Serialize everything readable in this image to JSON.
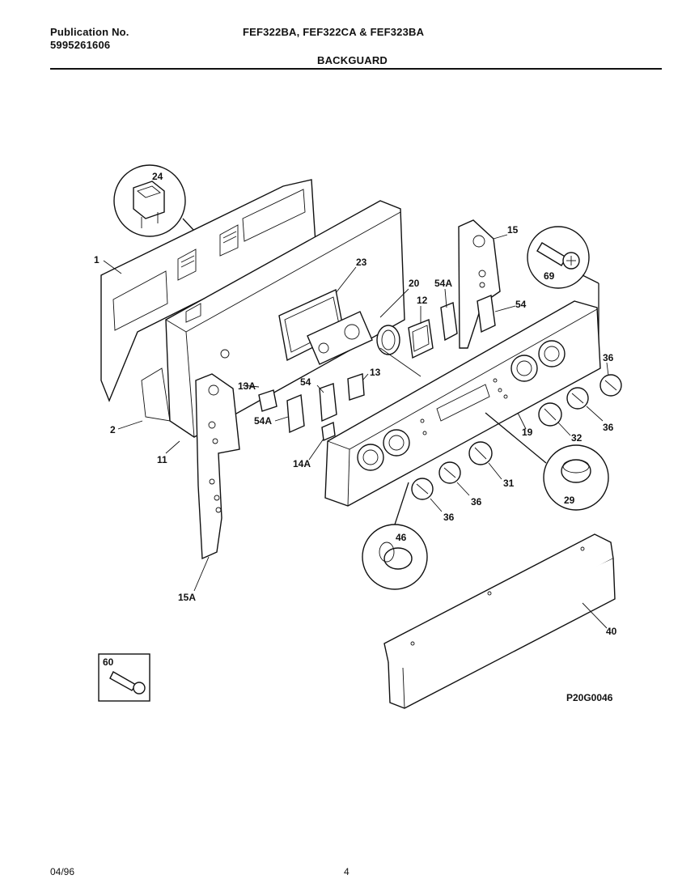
{
  "header": {
    "publication_label": "Publication No.",
    "publication_number": "5995261606",
    "models": "FEF322BA, FEF322CA & FEF323BA",
    "section": "BACKGUARD"
  },
  "diagram": {
    "drawing_code": "P20G0046",
    "callouts": [
      {
        "id": "c24",
        "text": "24"
      },
      {
        "id": "c1",
        "text": "1"
      },
      {
        "id": "c23",
        "text": "23"
      },
      {
        "id": "c20",
        "text": "20"
      },
      {
        "id": "c54A_top",
        "text": "54A"
      },
      {
        "id": "c12",
        "text": "12"
      },
      {
        "id": "c15",
        "text": "15"
      },
      {
        "id": "c69",
        "text": "69"
      },
      {
        "id": "c54_top",
        "text": "54"
      },
      {
        "id": "c36_a",
        "text": "36"
      },
      {
        "id": "c13A",
        "text": "13A"
      },
      {
        "id": "c54_mid",
        "text": "54"
      },
      {
        "id": "c13",
        "text": "13"
      },
      {
        "id": "c54A_mid",
        "text": "54A"
      },
      {
        "id": "c14A",
        "text": "14A"
      },
      {
        "id": "c2",
        "text": "2"
      },
      {
        "id": "c11",
        "text": "11"
      },
      {
        "id": "c19",
        "text": "19"
      },
      {
        "id": "c36_b",
        "text": "36"
      },
      {
        "id": "c32",
        "text": "32"
      },
      {
        "id": "c31",
        "text": "31"
      },
      {
        "id": "c36_c",
        "text": "36"
      },
      {
        "id": "c36_d",
        "text": "36"
      },
      {
        "id": "c29",
        "text": "29"
      },
      {
        "id": "c46",
        "text": "46"
      },
      {
        "id": "c15A",
        "text": "15A"
      },
      {
        "id": "c40",
        "text": "40"
      },
      {
        "id": "c60",
        "text": "60"
      }
    ]
  },
  "footer": {
    "date": "04/96",
    "page": "4"
  }
}
